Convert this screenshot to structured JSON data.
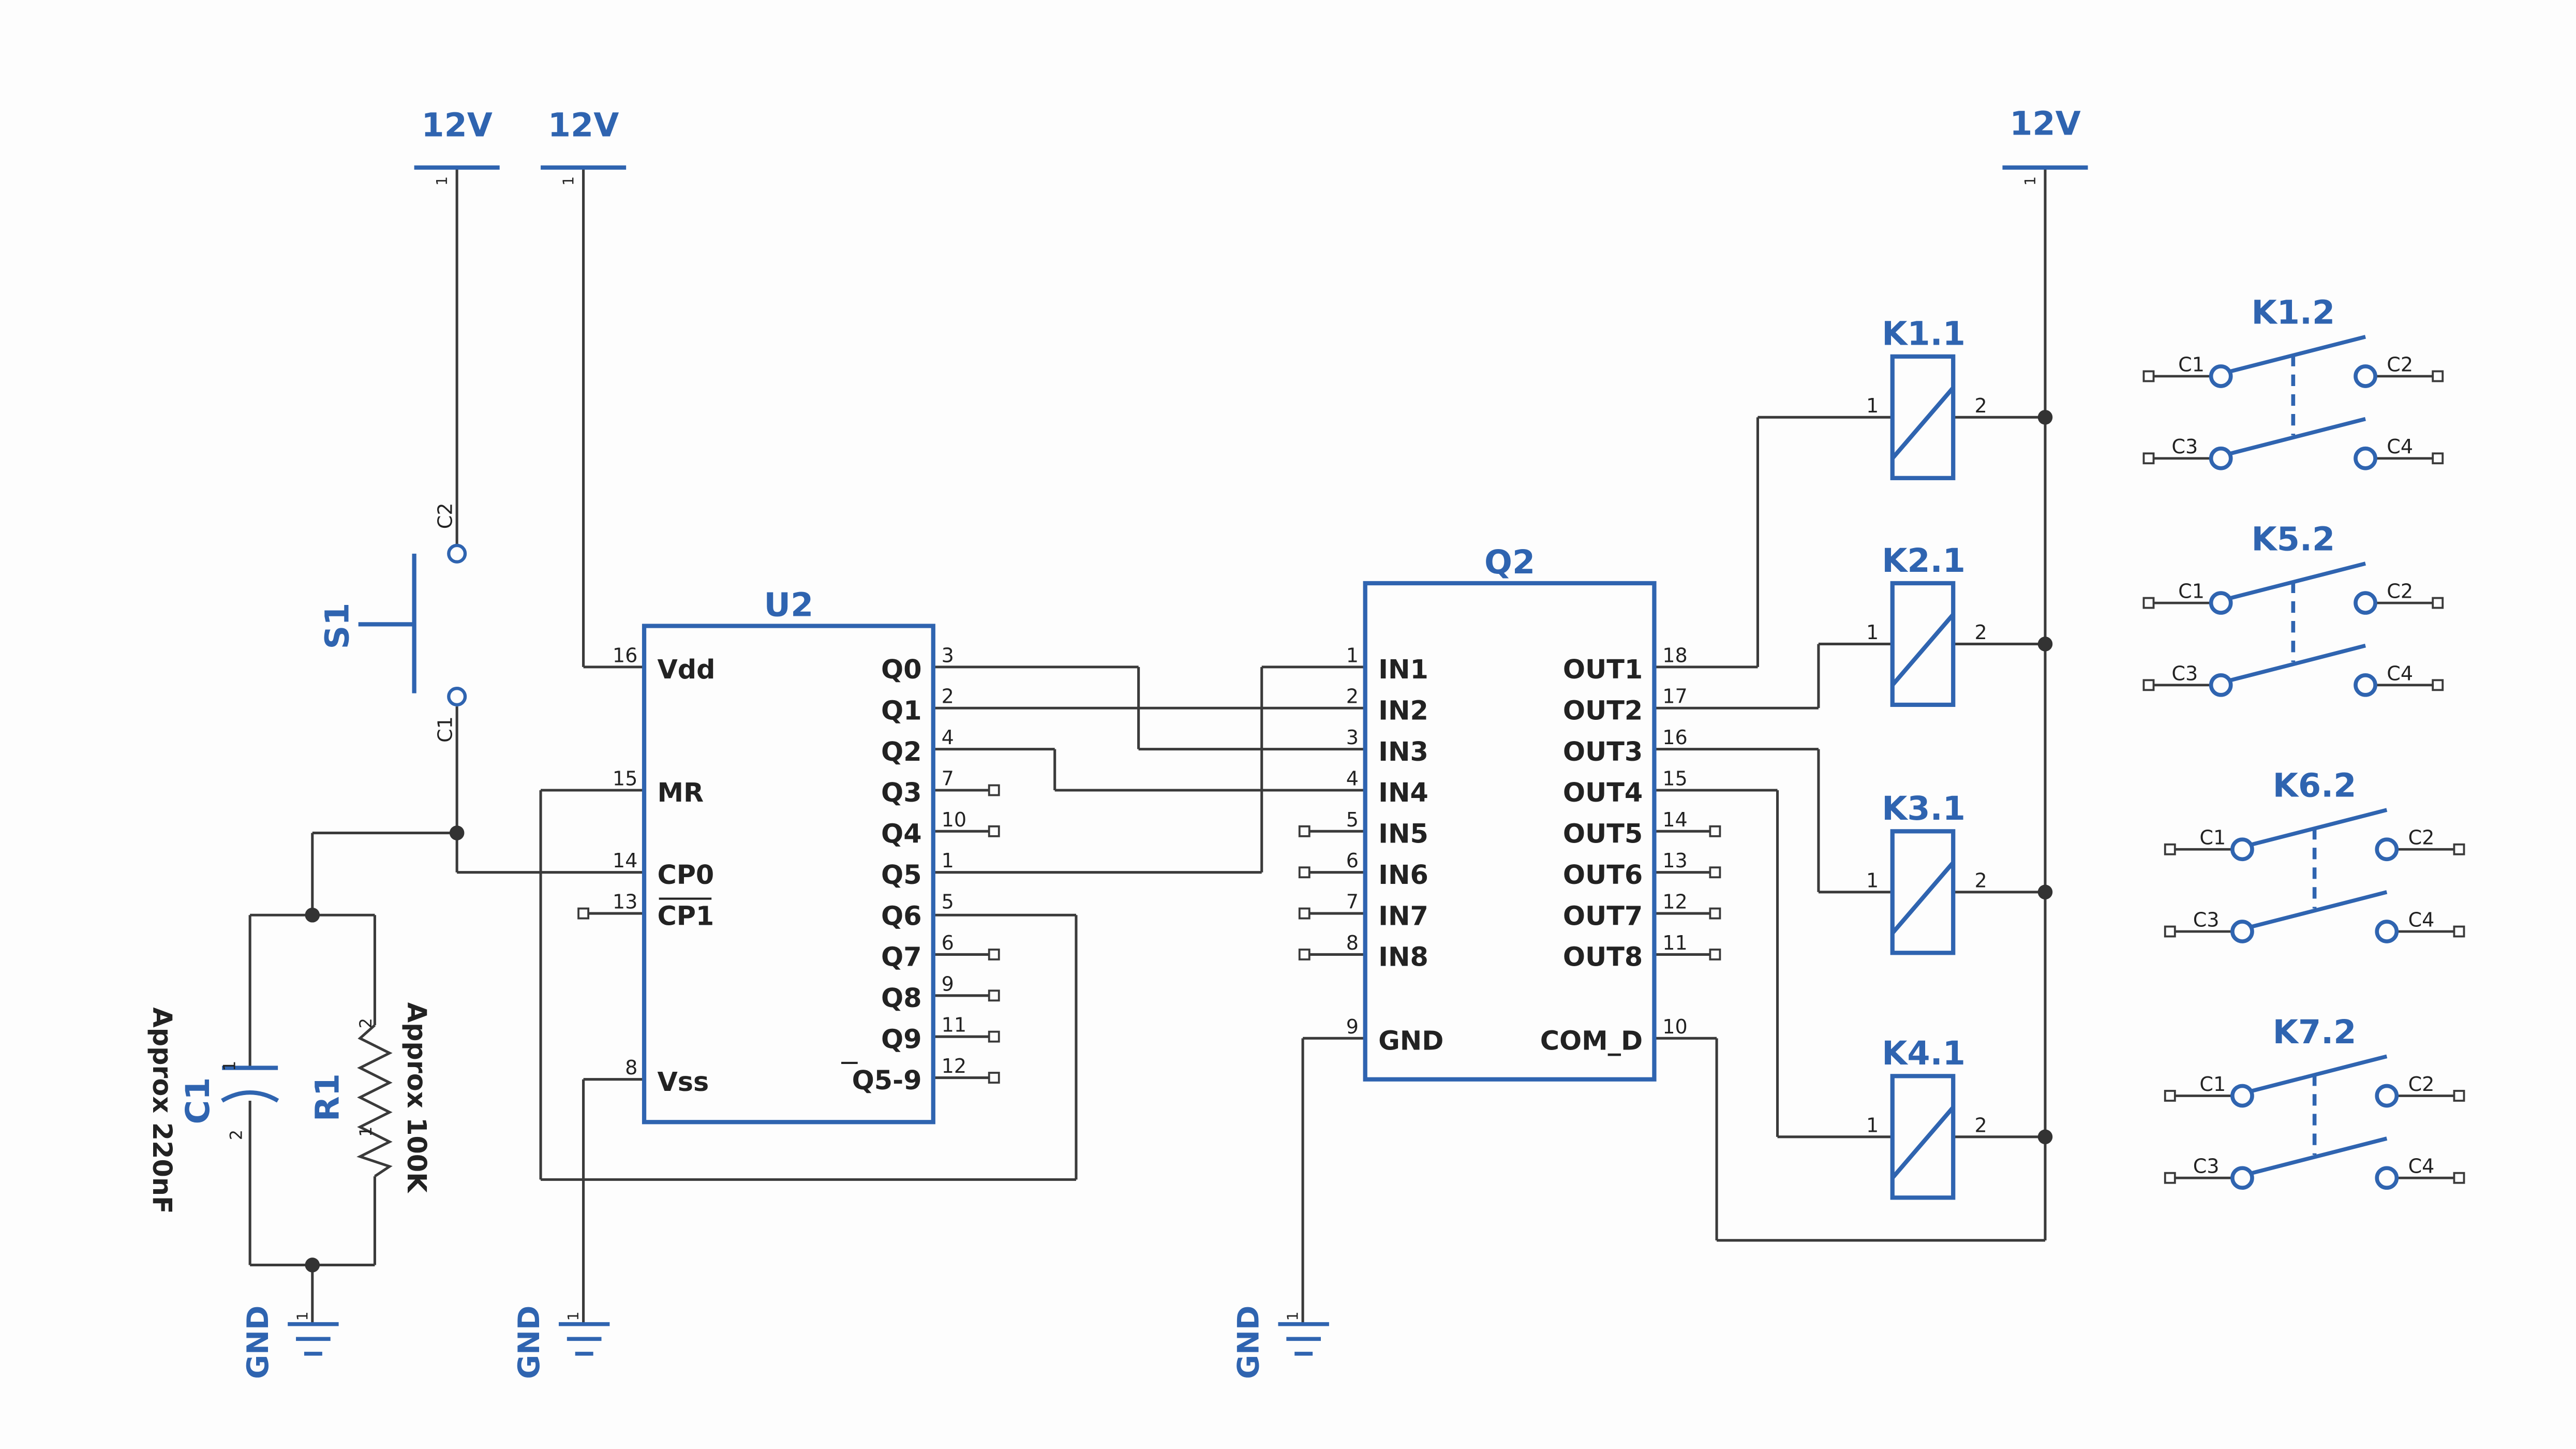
{
  "colors": {
    "component": "#2f64b0",
    "wire": "#3a3a3a",
    "text_black": "#222222",
    "background": "#fdfdfd"
  },
  "rails": {
    "pwr_a": "12V",
    "pwr_b": "12V",
    "pwr_c": "12V"
  },
  "grounds": {
    "gnd_a": "GND",
    "gnd_b": "GND",
    "gnd_c": "GND"
  },
  "u2": {
    "name": "U2",
    "left_pins": [
      {
        "num": "16",
        "label": "Vdd"
      },
      {
        "num": "15",
        "label": "MR"
      },
      {
        "num": "14",
        "label": "CP0"
      },
      {
        "num": "13",
        "label": "CP1"
      },
      {
        "num": "8",
        "label": "Vss"
      }
    ],
    "right_pins": [
      {
        "num": "3",
        "label": "Q0"
      },
      {
        "num": "2",
        "label": "Q1"
      },
      {
        "num": "4",
        "label": "Q2"
      },
      {
        "num": "7",
        "label": "Q3"
      },
      {
        "num": "10",
        "label": "Q4"
      },
      {
        "num": "1",
        "label": "Q5"
      },
      {
        "num": "5",
        "label": "Q6"
      },
      {
        "num": "6",
        "label": "Q7"
      },
      {
        "num": "9",
        "label": "Q8"
      },
      {
        "num": "11",
        "label": "Q9"
      },
      {
        "num": "12",
        "label": "Q5-9"
      }
    ]
  },
  "q2": {
    "name": "Q2",
    "left_pins": [
      {
        "num": "1",
        "label": "IN1"
      },
      {
        "num": "2",
        "label": "IN2"
      },
      {
        "num": "3",
        "label": "IN3"
      },
      {
        "num": "4",
        "label": "IN4"
      },
      {
        "num": "5",
        "label": "IN5"
      },
      {
        "num": "6",
        "label": "IN6"
      },
      {
        "num": "7",
        "label": "IN7"
      },
      {
        "num": "8",
        "label": "IN8"
      },
      {
        "num": "9",
        "label": "GND"
      }
    ],
    "right_pins": [
      {
        "num": "18",
        "label": "OUT1"
      },
      {
        "num": "17",
        "label": "OUT2"
      },
      {
        "num": "16",
        "label": "OUT3"
      },
      {
        "num": "15",
        "label": "OUT4"
      },
      {
        "num": "14",
        "label": "OUT5"
      },
      {
        "num": "13",
        "label": "OUT6"
      },
      {
        "num": "12",
        "label": "OUT7"
      },
      {
        "num": "11",
        "label": "OUT8"
      },
      {
        "num": "10",
        "label": "COM_D"
      }
    ]
  },
  "switch": {
    "name": "S1",
    "c2": "C2",
    "c1": "C1"
  },
  "c1": {
    "name": "C1",
    "value": "Approx 220nF",
    "pin1": "1",
    "pin2": "2"
  },
  "r1": {
    "name": "R1",
    "value": "Approx 100K",
    "pin1": "1",
    "pin2": "2"
  },
  "coils": [
    {
      "name": "K1.1",
      "pin1": "1",
      "pin2": "2"
    },
    {
      "name": "K2.1",
      "pin1": "1",
      "pin2": "2"
    },
    {
      "name": "K3.1",
      "pin1": "1",
      "pin2": "2"
    },
    {
      "name": "K4.1",
      "pin1": "1",
      "pin2": "2"
    }
  ],
  "contacts": [
    {
      "name": "K1.2",
      "c1": "C1",
      "c2": "C2",
      "c3": "C3",
      "c4": "C4"
    },
    {
      "name": "K5.2",
      "c1": "C1",
      "c2": "C2",
      "c3": "C3",
      "c4": "C4"
    },
    {
      "name": "K6.2",
      "c1": "C1",
      "c2": "C2",
      "c3": "C3",
      "c4": "C4"
    },
    {
      "name": "K7.2",
      "c1": "C1",
      "c2": "C2",
      "c3": "C3",
      "c4": "C4"
    }
  ],
  "pin_one": "1"
}
